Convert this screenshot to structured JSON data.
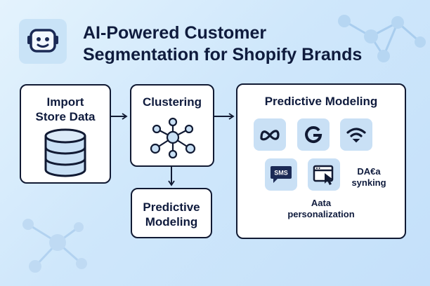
{
  "title_line1": "AI-Powered Customer",
  "title_line2": "Segmentation for Shopify Brands",
  "boxes": {
    "import": {
      "line1": "Import",
      "line2": "Store Data"
    },
    "clustering": {
      "label": "Clustering"
    },
    "predictive_small": {
      "line1": "Predictive",
      "line2": "Modeling"
    },
    "predictive_large": {
      "label": "Predictive Modeling"
    }
  },
  "tiles": {
    "sms": {
      "text": "SMS"
    }
  },
  "annotations": {
    "syncing_line1": "DA€a",
    "syncing_line2": "synking",
    "personalization_line1": "Aata",
    "personalization_line2": "personalization"
  },
  "icons": [
    "robot-icon",
    "database-icon",
    "network-icon",
    "meta-icon",
    "google-icon",
    "wifi-icon",
    "sms-icon",
    "browser-cursor-icon"
  ],
  "colors": {
    "dark": "#111a33",
    "accent": "#c9e0f5",
    "background": "#cfe7fb"
  }
}
